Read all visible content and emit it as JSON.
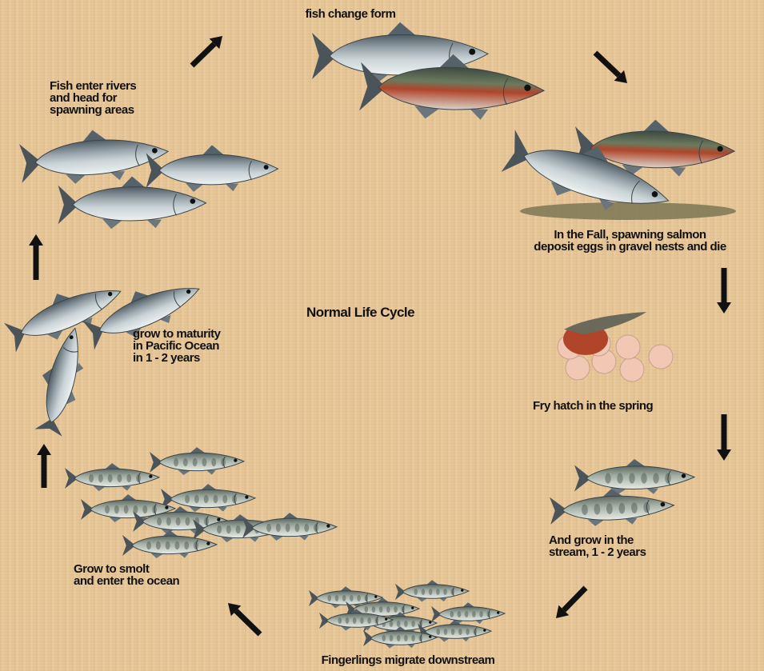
{
  "diagram": {
    "center_title": "Normal Life Cycle",
    "stages": [
      {
        "id": "change_form",
        "lines": [
          "fish change form"
        ]
      },
      {
        "id": "spawn",
        "lines": [
          "In the Fall, spawning salmon",
          "deposit eggs in gravel nests and die"
        ]
      },
      {
        "id": "fry",
        "lines": [
          "Fry hatch in the spring"
        ]
      },
      {
        "id": "stream",
        "lines": [
          "And grow in the",
          "stream, 1 - 2 years"
        ]
      },
      {
        "id": "fingerlings",
        "lines": [
          "Fingerlings migrate downstream"
        ]
      },
      {
        "id": "smolt",
        "lines": [
          "Grow to smolt",
          "and enter the ocean"
        ]
      },
      {
        "id": "maturity",
        "lines": [
          "grow to maturity",
          "in Pacific Ocean",
          "in 1 - 2 years"
        ]
      },
      {
        "id": "rivers",
        "lines": [
          "Fish enter rivers",
          "and head for",
          "spawning areas"
        ]
      }
    ],
    "colors": {
      "background": "#e8c89a",
      "text": "#111111",
      "arrow": "#111111",
      "salmon_silver": "#c9d3d6",
      "spawning_red": "#b0452a",
      "egg_pink": "#f0c8b4"
    }
  }
}
